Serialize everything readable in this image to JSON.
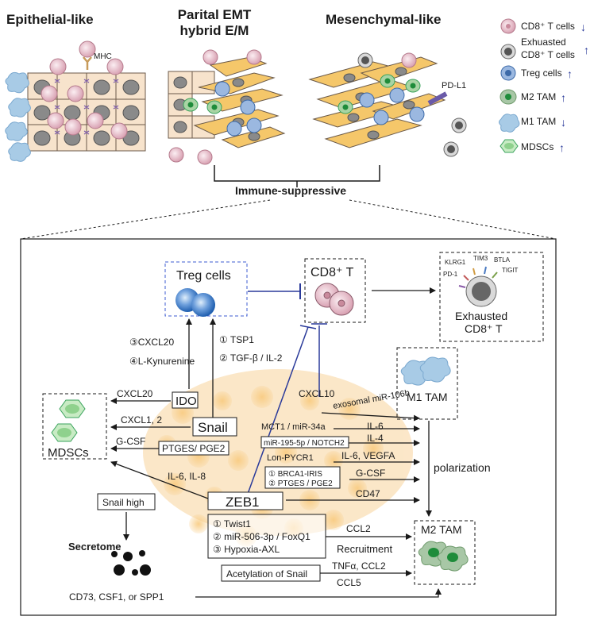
{
  "top": {
    "epithelial_title": "Epithelial-like",
    "partial_title_1": "Parital EMT",
    "partial_title_2": "hybrid E/M",
    "mesenchymal_title": "Mesenchymal-like",
    "mhc_label": "MHC",
    "pdl1_label": "PD-L1",
    "immune_label": "Immune-suppressive"
  },
  "legend": {
    "items": [
      {
        "label": "CD8⁺ T cells",
        "trend": "↓"
      },
      {
        "label": "Exhuasted",
        "label2": "CD8⁺ T cells",
        "trend": "↑"
      },
      {
        "label": "Treg cells",
        "trend": "↑"
      },
      {
        "label": "M2 TAM",
        "trend": "↑"
      },
      {
        "label": "M1 TAM",
        "trend": "↓"
      },
      {
        "label": "MDSCs",
        "trend": "↑"
      }
    ]
  },
  "bottom": {
    "treg_label": "Treg cells",
    "cd8_label": "CD8⁺ T",
    "exhausted_1": "Exhausted",
    "exhausted_2": "CD8⁺ T",
    "markers": {
      "klrg1": "KLRG1",
      "tim3": "TIM3",
      "btla": "BTLA",
      "pd1": "PD-1",
      "tigit": "TIGIT"
    },
    "cxcl20_3": "③CXCL20",
    "kynurenine": "④L-Kynurenine",
    "tsp1": "① TSP1",
    "tgf": "② TGF-β / IL-2",
    "cxcl10": "CXCL10",
    "exosomal": "exosomal miR-106b",
    "m1tam": "M1 TAM",
    "mdscs": "MDSCs",
    "cxcl20_arrow": "CXCL20",
    "ido": "IDO",
    "cxcl12": "CXCL1, 2",
    "snail": "Snail",
    "gcsf_left": "G-CSF",
    "ptges_pge2": "PTGES/ PGE2",
    "mct1": "MCT1 / miR-34a",
    "il6_a": "IL-6",
    "mir195": "miR-195-5p / NOTCH2",
    "il4": "IL-4",
    "lon": "Lon-PYCR1",
    "il6_vegfa": "IL-6, VEGFA",
    "brca": "① BRCA1-IRIS",
    "ptges2": "② PTGES / PGE2",
    "gcsf_right": "G-CSF",
    "il6_il8": "IL-6, IL-8",
    "cd47": "CD47",
    "polarization": "polarization",
    "snail_high": "Snail high",
    "zeb1": "ZEB1",
    "twist": "① Twist1",
    "mir506": "② miR-506-3p / FoxQ1",
    "hypoxia": "③ Hypoxia-AXL",
    "ccl2": "CCL2",
    "recruitment": "Recruitment",
    "m2tam": "M2 TAM",
    "secretome": "Secretome",
    "acetylation": "Acetylation of Snail",
    "tnfa": "TNFα, CCL2",
    "ccl5": "CCL5",
    "cd73": "CD73, CSF1, or SPP1"
  },
  "colors": {
    "cell_tan": "#f7e3cc",
    "cell_orange": "#f5c76a",
    "nucleus": "#8a8a8a",
    "cd8_pink": "#e8b8c4",
    "treg_blue": "#5e86c7",
    "m2_green": "#3aa35c",
    "m1_blue": "#a8cbe6",
    "mdsc_green": "#8fd18d",
    "inhibit_blue": "#2a3a9a"
  }
}
